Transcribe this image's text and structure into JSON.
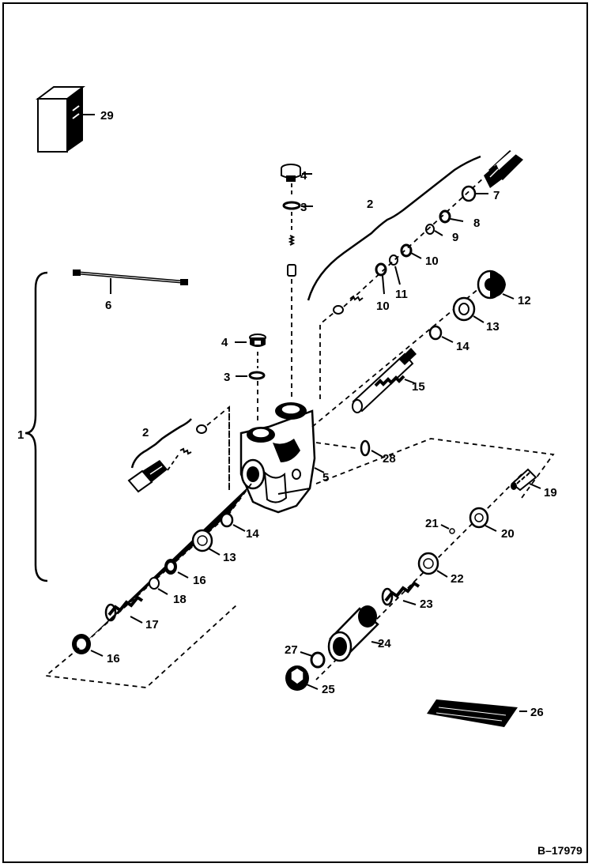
{
  "diagram": {
    "reference": "B–17979",
    "callouts": {
      "c1": "1",
      "c2a": "2",
      "c2b": "2",
      "c3a": "3",
      "c3b": "3",
      "c4a": "4",
      "c4b": "4",
      "c5": "5",
      "c6": "6",
      "c7": "7",
      "c8": "8",
      "c9": "9",
      "c10a": "10",
      "c10b": "10",
      "c11": "11",
      "c12": "12",
      "c13a": "13",
      "c13b": "13",
      "c14a": "14",
      "c14b": "14",
      "c15": "15",
      "c16a": "16",
      "c16b": "16",
      "c17": "17",
      "c18": "18",
      "c19": "19",
      "c20": "20",
      "c21": "21",
      "c22": "22",
      "c23": "23",
      "c24": "24",
      "c25": "25",
      "c26": "26",
      "c27": "27",
      "c28": "28",
      "c29": "29"
    }
  }
}
